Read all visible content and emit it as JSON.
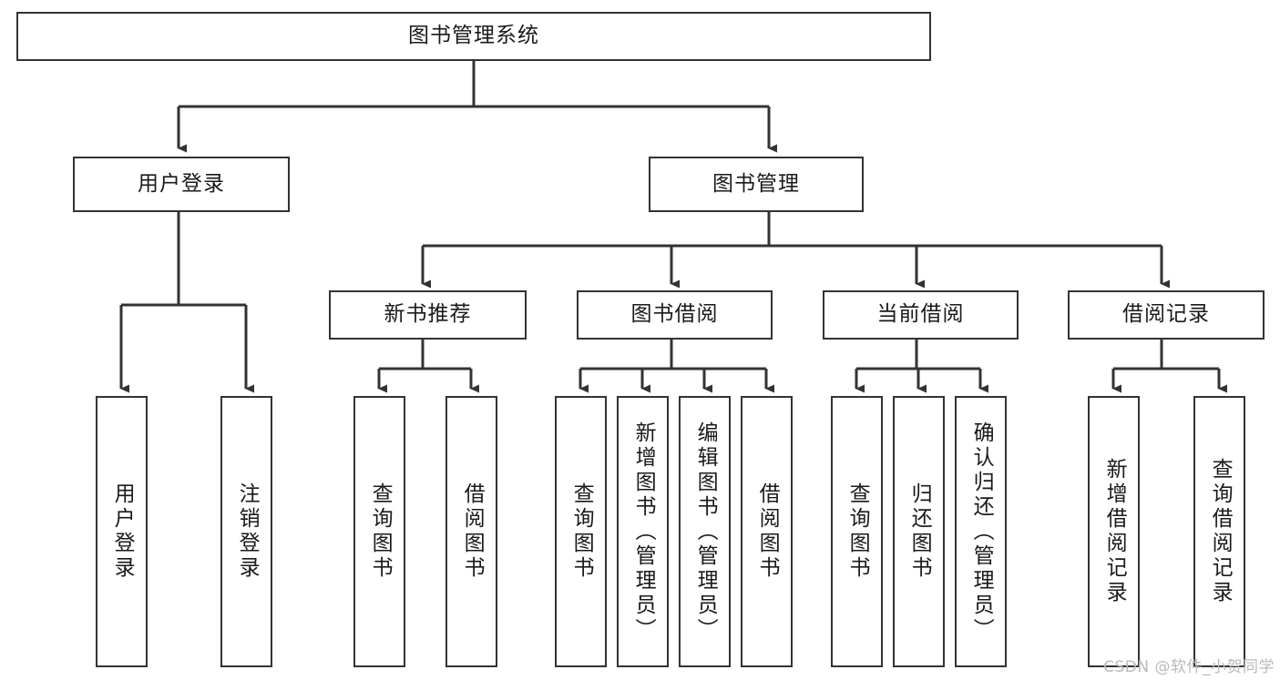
{
  "diagram": {
    "type": "tree",
    "orientation": "top-down",
    "title": "图书管理系统",
    "colors": {
      "box_border": "#333333",
      "box_fill": "#ffffff",
      "connector": "#333333",
      "text": "#1a1a1a",
      "watermark": "#b9b9b9",
      "background": "#ffffff"
    },
    "root": {
      "id": "root",
      "label": "图书管理系统",
      "orientation": "horizontal"
    },
    "level1": [
      {
        "id": "user-login",
        "label": "用户登录",
        "orientation": "horizontal"
      },
      {
        "id": "book-manage",
        "label": "图书管理",
        "orientation": "horizontal"
      }
    ],
    "level2": [
      {
        "id": "new-book-recommend",
        "label": "新书推荐",
        "orientation": "horizontal",
        "parent": "book-manage"
      },
      {
        "id": "book-borrow",
        "label": "图书借阅",
        "orientation": "horizontal",
        "parent": "book-manage"
      },
      {
        "id": "current-borrow",
        "label": "当前借阅",
        "orientation": "horizontal",
        "parent": "book-manage"
      },
      {
        "id": "borrow-record",
        "label": "借阅记录",
        "orientation": "horizontal",
        "parent": "book-manage"
      }
    ],
    "leaves": [
      {
        "id": "leaf-user-login",
        "label": "用户登录",
        "orientation": "vertical",
        "parent": "user-login"
      },
      {
        "id": "leaf-logout",
        "label": "注销登录",
        "orientation": "vertical",
        "parent": "user-login"
      },
      {
        "id": "leaf-query-book-1",
        "label": "查询图书",
        "orientation": "vertical",
        "parent": "new-book-recommend"
      },
      {
        "id": "leaf-borrow-book-1",
        "label": "借阅图书",
        "orientation": "vertical",
        "parent": "new-book-recommend"
      },
      {
        "id": "leaf-query-book-2",
        "label": "查询图书",
        "orientation": "vertical",
        "parent": "book-borrow"
      },
      {
        "id": "leaf-add-book",
        "label": "新增图书（管理员）",
        "orientation": "vertical",
        "parent": "book-borrow"
      },
      {
        "id": "leaf-edit-book",
        "label": "编辑图书（管理员）",
        "orientation": "vertical",
        "parent": "book-borrow"
      },
      {
        "id": "leaf-borrow-book-2",
        "label": "借阅图书",
        "orientation": "vertical",
        "parent": "book-borrow"
      },
      {
        "id": "leaf-query-book-3",
        "label": "查询图书",
        "orientation": "vertical",
        "parent": "current-borrow"
      },
      {
        "id": "leaf-return-book",
        "label": "归还图书",
        "orientation": "vertical",
        "parent": "current-borrow"
      },
      {
        "id": "leaf-confirm-return",
        "label": "确认归还（管理员）",
        "orientation": "vertical",
        "parent": "current-borrow"
      },
      {
        "id": "leaf-add-record",
        "label": "新增借阅记录",
        "orientation": "vertical",
        "parent": "borrow-record"
      },
      {
        "id": "leaf-query-record",
        "label": "查询借阅记录",
        "orientation": "vertical",
        "parent": "borrow-record"
      }
    ]
  },
  "watermark": {
    "text": "CSDN @软件_小贺同学"
  }
}
